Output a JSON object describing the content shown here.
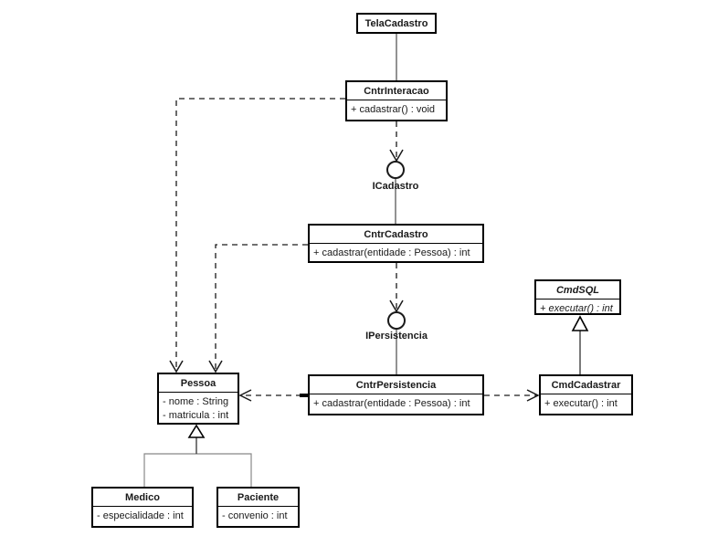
{
  "colors": {
    "background": "#ffffff",
    "box_border": "#000000",
    "text": "#1a1a1a",
    "connector_solid": "#4a4a4a",
    "connector_dashed": "#1a1a1a",
    "generalization_tree": "#888888"
  },
  "classes": {
    "tela_cadastro": {
      "name": "TelaCadastro",
      "members": []
    },
    "cntr_interacao": {
      "name": "CntrInteracao",
      "members": [
        "+ cadastrar() : void"
      ]
    },
    "cntr_cadastro": {
      "name": "CntrCadastro",
      "members": [
        "+ cadastrar(entidade : Pessoa) : int"
      ]
    },
    "cntr_persistencia": {
      "name": "CntrPersistencia",
      "members": [
        "+ cadastrar(entidade : Pessoa) : int"
      ]
    },
    "cmd_sql": {
      "name": "CmdSQL",
      "abstract": true,
      "members": [
        "+ executar() : int"
      ]
    },
    "cmd_cadastrar": {
      "name": "CmdCadastrar",
      "members": [
        "+ executar() : int"
      ]
    },
    "pessoa": {
      "name": "Pessoa",
      "members": [
        "- nome : String",
        "- matricula : int"
      ]
    },
    "medico": {
      "name": "Medico",
      "members": [
        "- especialidade : int"
      ]
    },
    "paciente": {
      "name": "Paciente",
      "members": [
        "- convenio : int"
      ]
    }
  },
  "interfaces": {
    "icadastro": {
      "label": "ICadastro"
    },
    "ipersistencia": {
      "label": "IPersistencia"
    }
  },
  "relations": [
    {
      "type": "association",
      "from": "TelaCadastro",
      "to": "CntrInteracao"
    },
    {
      "type": "dependency",
      "from": "CntrInteracao",
      "to": "ICadastro"
    },
    {
      "type": "lollipop-interface",
      "provider": "CntrCadastro",
      "interface": "ICadastro"
    },
    {
      "type": "dependency",
      "from": "CntrInteracao",
      "to": "Pessoa"
    },
    {
      "type": "dependency",
      "from": "CntrCadastro",
      "to": "Pessoa"
    },
    {
      "type": "dependency",
      "from": "CntrCadastro",
      "to": "IPersistencia"
    },
    {
      "type": "lollipop-interface",
      "provider": "CntrPersistencia",
      "interface": "IPersistencia"
    },
    {
      "type": "dependency",
      "from": "CntrPersistencia",
      "to": "Pessoa"
    },
    {
      "type": "dependency",
      "from": "CntrPersistencia",
      "to": "CmdCadastrar"
    },
    {
      "type": "generalization",
      "from": "CmdCadastrar",
      "to": "CmdSQL"
    },
    {
      "type": "generalization",
      "from": "Medico",
      "to": "Pessoa"
    },
    {
      "type": "generalization",
      "from": "Paciente",
      "to": "Pessoa"
    }
  ]
}
